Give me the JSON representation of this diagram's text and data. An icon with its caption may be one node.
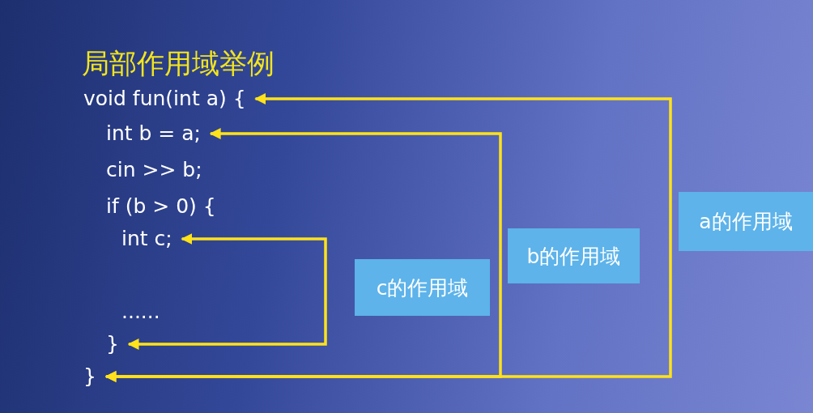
{
  "diagram": {
    "title": "局部作用域举例",
    "nodes": [
      {
        "text": [
          "void fun(int a) {"
        ]
      },
      {
        "text": [
          "int b = a;"
        ]
      },
      {
        "text": [
          "cin >> b;"
        ]
      },
      {
        "text": [
          "if (b > 0) {"
        ]
      },
      {
        "text": [
          "int c;"
        ]
      },
      {
        "text": [
          "......"
        ]
      },
      {
        "text": [
          "}"
        ]
      },
      {
        "text": [
          "}"
        ]
      }
    ],
    "edges": [
      {
        "from": 4,
        "to": 6,
        "arrow": "both",
        "label": "c的作用域"
      },
      {
        "from": 1,
        "to": 7,
        "arrow": "both",
        "label": "b的作用域"
      },
      {
        "from": 0,
        "to": 7,
        "arrow": "both",
        "label": "a的作用域"
      }
    ]
  }
}
